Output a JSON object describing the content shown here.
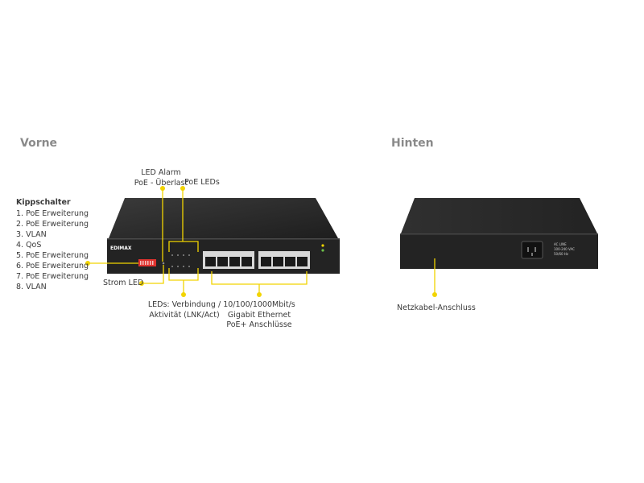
{
  "front_title": "Vorne",
  "back_title": "Hinten",
  "callouts": {
    "led_alarm": [
      "LED Alarm",
      "PoE - Überlast"
    ],
    "poe_leds": "PoE LEDs",
    "strom_led": "Strom LED",
    "leds_link": [
      "LEDs: Verbindung /",
      "Aktivität (LNK/Act)"
    ],
    "ports": [
      "10/100/1000Mbit/s",
      "Gigabit Ethernet",
      "PoE+ Anschlüsse"
    ],
    "power_cable": "Netzkabel-Anschluss"
  },
  "dip_switches": {
    "title": "Kippschalter",
    "items": [
      "1.  PoE Erweiterung",
      "2. PoE Erweiterung",
      "3. VLAN",
      "4. QoS",
      "5. PoE Erweiterung",
      "6. PoE Erweiterung",
      "7. PoE Erweiterung",
      "8. VLAN"
    ]
  },
  "device": {
    "brand": "EDIMAX",
    "ac_label": [
      "AC LINE",
      "100-240 VAC",
      "50/60 Hz"
    ]
  },
  "colors": {
    "callout": "#f2d400",
    "body": "#2b2b2b",
    "switch_red": "#e0322e"
  }
}
